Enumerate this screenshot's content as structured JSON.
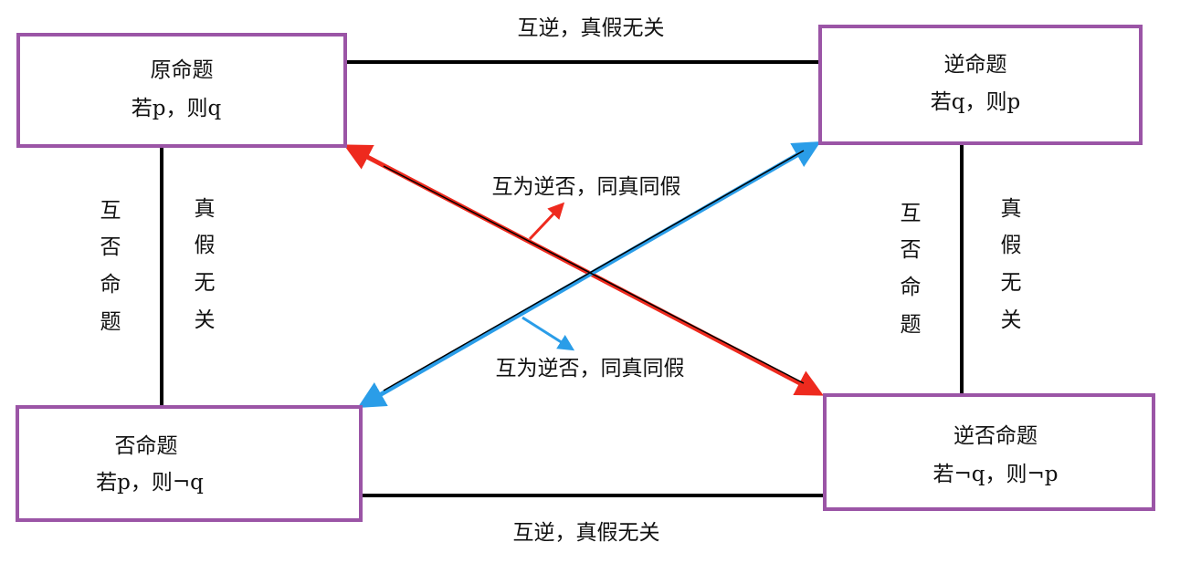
{
  "boxes": {
    "original": {
      "title": "原命题",
      "form": "若p，则q"
    },
    "converse": {
      "title": "逆命题",
      "form": "若q，则p"
    },
    "inverse": {
      "title": "否命题",
      "form": "若p，则¬q"
    },
    "contrapositive": {
      "title": "逆否命题",
      "form": "若¬q，则¬p"
    }
  },
  "edges": {
    "top_label": "互逆，真假无关",
    "bottom_label": "互逆，真假无关",
    "left": {
      "relation": [
        "互",
        "否",
        "命",
        "题"
      ],
      "truth": [
        "真",
        "假",
        "无",
        "关"
      ]
    },
    "right": {
      "relation": [
        "互",
        "否",
        "命",
        "题"
      ],
      "truth": [
        "真",
        "假",
        "无",
        "关"
      ]
    },
    "diag_red_label": "互为逆否，同真同假",
    "diag_blue_label": "互为逆否，同真同假"
  },
  "colors": {
    "border": "#9b55a6",
    "red": "#ee2a1e",
    "blue": "#2a9de8"
  }
}
